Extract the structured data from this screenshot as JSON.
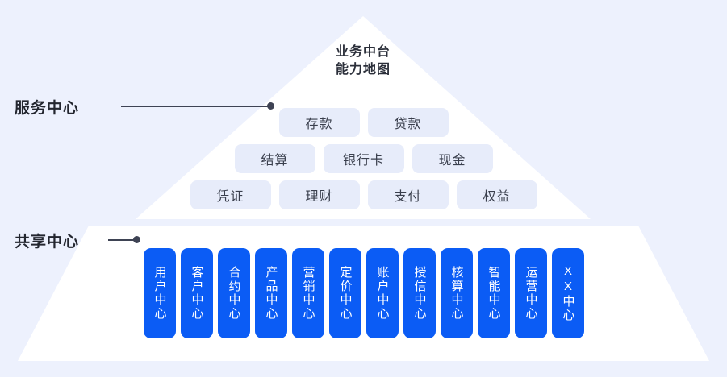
{
  "diagram": {
    "apex_title_line1": "业务中台",
    "apex_title_line2": "能力地图",
    "colors": {
      "background": "#edf1fd",
      "pyramid": "#ffffff",
      "pill_bg": "#e7ecfa",
      "pill_text": "#3a3f4d",
      "card_bg": "#0b5cf5",
      "card_text": "#ffffff",
      "label_text": "#23262f",
      "leader_line": "#3e4354"
    }
  },
  "side_labels": {
    "service_center": "服务中心",
    "shared_center": "共享中心"
  },
  "service_center": {
    "rows": [
      {
        "items": [
          "存款",
          "贷款"
        ]
      },
      {
        "items": [
          "结算",
          "银行卡",
          "现金"
        ]
      },
      {
        "items": [
          "凭证",
          "理财",
          "支付",
          "权益"
        ]
      }
    ]
  },
  "shared_center": {
    "cards": [
      "用户中心",
      "客户中心",
      "合约中心",
      "产品中心",
      "营销中心",
      "定价中心",
      "账户中心",
      "授信中心",
      "核算中心",
      "智能中心",
      "运营中心",
      "XX中心"
    ]
  }
}
